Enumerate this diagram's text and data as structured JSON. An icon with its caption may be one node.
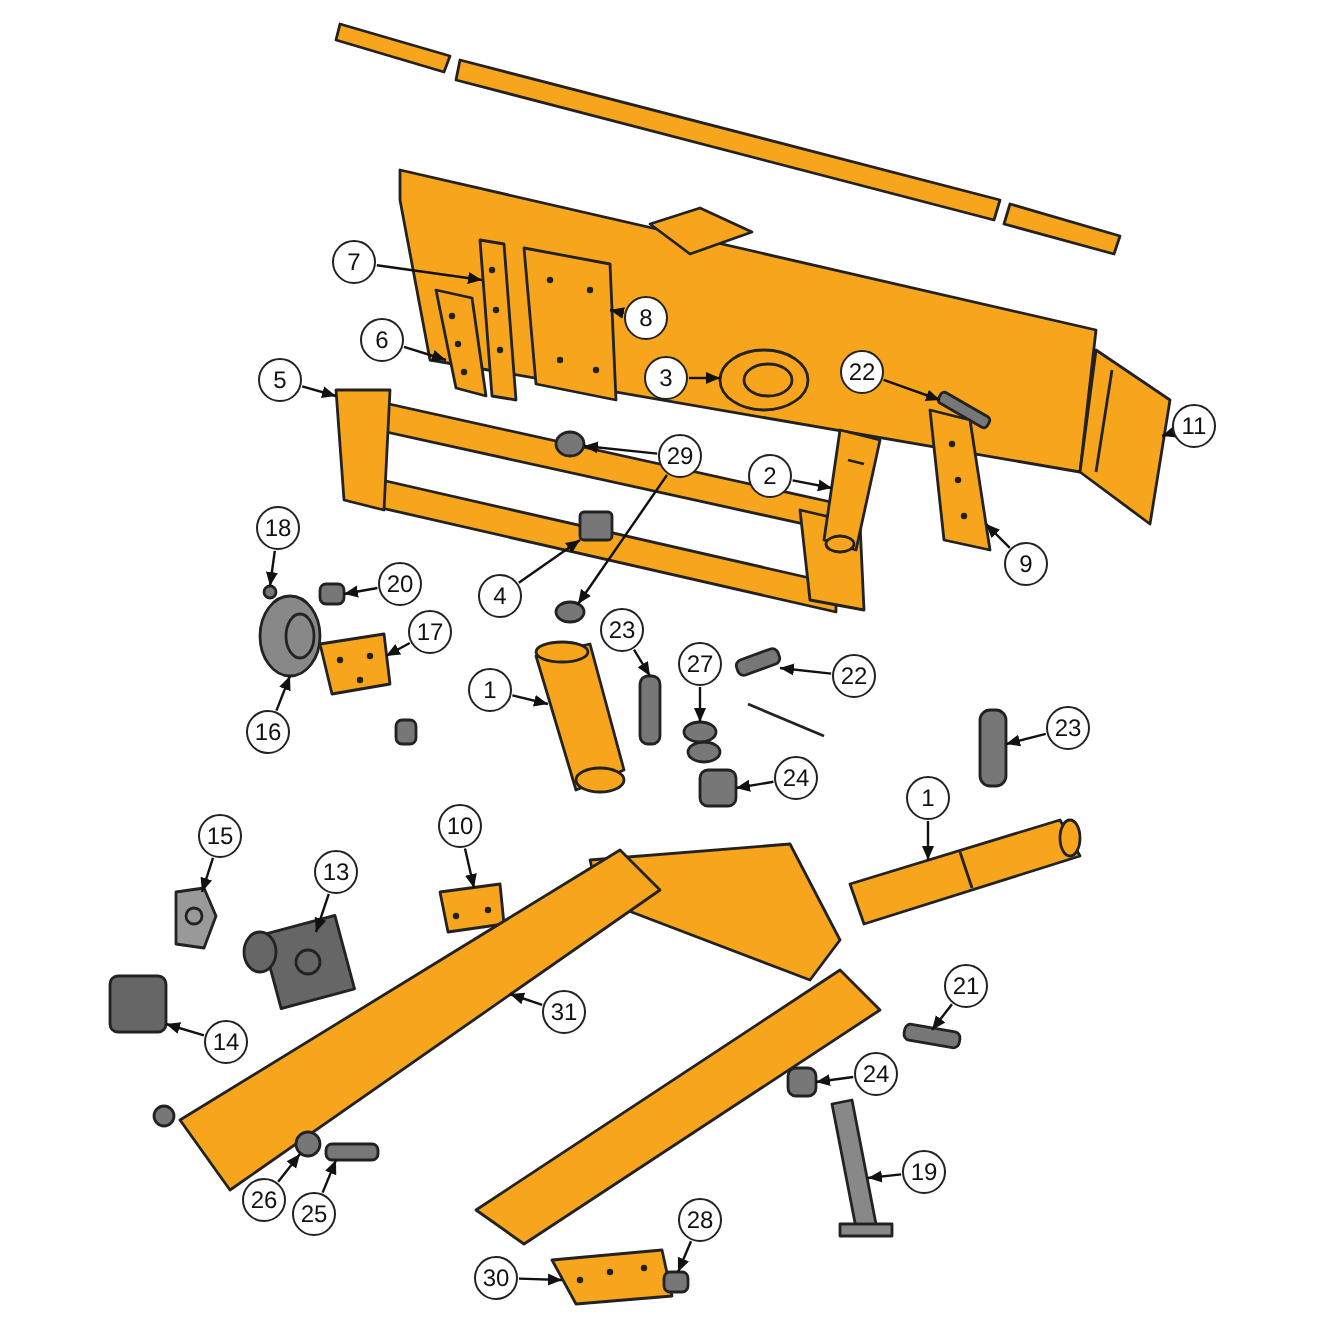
{
  "diagram": {
    "nodes": [
      {
        "text": [
          "7"
        ]
      },
      {
        "text": [
          "8"
        ]
      },
      {
        "text": [
          "6"
        ]
      },
      {
        "text": [
          "5"
        ]
      },
      {
        "text": [
          "3"
        ]
      },
      {
        "text": [
          "22"
        ]
      },
      {
        "text": [
          "29"
        ]
      },
      {
        "text": [
          "2"
        ]
      },
      {
        "text": [
          "11"
        ]
      },
      {
        "text": [
          "9"
        ]
      },
      {
        "text": [
          "18"
        ]
      },
      {
        "text": [
          "20"
        ]
      },
      {
        "text": [
          "4"
        ]
      },
      {
        "text": [
          "23"
        ]
      },
      {
        "text": [
          "27"
        ]
      },
      {
        "text": [
          "22"
        ]
      },
      {
        "text": [
          "1"
        ]
      },
      {
        "text": [
          "16"
        ]
      },
      {
        "text": [
          "17"
        ]
      },
      {
        "text": [
          "24"
        ]
      },
      {
        "text": [
          "23"
        ]
      },
      {
        "text": [
          "15"
        ]
      },
      {
        "text": [
          "10"
        ]
      },
      {
        "text": [
          "1"
        ]
      },
      {
        "text": [
          "13"
        ]
      },
      {
        "text": [
          "31"
        ]
      },
      {
        "text": [
          "14"
        ]
      },
      {
        "text": [
          "21"
        ]
      },
      {
        "text": [
          "24"
        ]
      },
      {
        "text": [
          "26"
        ]
      },
      {
        "text": [
          "25"
        ]
      },
      {
        "text": [
          "19"
        ]
      },
      {
        "text": [
          "30"
        ]
      },
      {
        "text": [
          "28"
        ]
      },
      {
        "text": [],
        "shape": "picture"
      },
      {
        "text": [],
        "shape": "picture"
      },
      {
        "text": [],
        "shape": "picture"
      },
      {
        "text": [],
        "shape": "picture"
      },
      {
        "text": [],
        "shape": "picture"
      },
      {
        "text": [],
        "shape": "box"
      },
      {
        "text": [],
        "shape": "circle"
      },
      {
        "text": [],
        "shape": "circle"
      },
      {
        "text": [],
        "shape": "picture"
      },
      {
        "text": [],
        "shape": "picture"
      },
      {
        "text": [],
        "shape": "picture"
      },
      {
        "text": [],
        "shape": "circle"
      },
      {
        "text": [],
        "shape": "box"
      },
      {
        "text": [],
        "shape": "box"
      },
      {
        "text": [],
        "shape": "box"
      },
      {
        "text": [],
        "shape": "circle"
      },
      {
        "text": [],
        "shape": "box"
      },
      {
        "text": [],
        "shape": "picture"
      },
      {
        "text": [],
        "shape": "picture"
      },
      {
        "text": [],
        "shape": "picture"
      },
      {
        "text": [],
        "shape": "box"
      },
      {
        "text": [],
        "shape": "box"
      },
      {
        "text": [],
        "shape": "picture"
      },
      {
        "text": [],
        "shape": "picture"
      },
      {
        "text": [],
        "shape": "picture"
      },
      {
        "text": [],
        "shape": "picture"
      },
      {
        "text": [],
        "shape": "picture"
      },
      {
        "text": [],
        "shape": "box"
      },
      {
        "text": [],
        "shape": "box"
      },
      {
        "text": [],
        "shape": "box"
      },
      {
        "text": [],
        "shape": "circle"
      },
      {
        "text": [],
        "shape": "box"
      },
      {
        "text": [],
        "shape": "picture"
      },
      {
        "text": [],
        "shape": "picture"
      },
      {
        "text": [],
        "shape": "box"
      }
    ],
    "edges": [
      {
        "from": 0,
        "to": 34,
        "arrow": "to"
      },
      {
        "from": 1,
        "to": 35,
        "arrow": "to"
      },
      {
        "from": 2,
        "to": 36,
        "arrow": "to"
      },
      {
        "from": 3,
        "to": 37,
        "arrow": "to"
      },
      {
        "from": 4,
        "to": 38,
        "arrow": "to"
      },
      {
        "from": 5,
        "to": 39,
        "arrow": "to"
      },
      {
        "from": 6,
        "to": 40,
        "arrow": "to"
      },
      {
        "from": 6,
        "to": 41,
        "arrow": "to"
      },
      {
        "from": 7,
        "to": 42,
        "arrow": "to"
      },
      {
        "from": 8,
        "to": 43,
        "arrow": "to"
      },
      {
        "from": 9,
        "to": 44,
        "arrow": "to"
      },
      {
        "from": 10,
        "to": 45,
        "arrow": "to"
      },
      {
        "from": 11,
        "to": 46,
        "arrow": "to"
      },
      {
        "from": 12,
        "to": 47,
        "arrow": "to"
      },
      {
        "from": 13,
        "to": 48,
        "arrow": "to"
      },
      {
        "from": 14,
        "to": 49,
        "arrow": "to"
      },
      {
        "from": 15,
        "to": 50,
        "arrow": "to"
      },
      {
        "from": 16,
        "to": 51,
        "arrow": "to"
      },
      {
        "from": 17,
        "to": 52,
        "arrow": "to"
      },
      {
        "from": 18,
        "to": 53,
        "arrow": "to"
      },
      {
        "from": 19,
        "to": 54,
        "arrow": "to"
      },
      {
        "from": 20,
        "to": 55,
        "arrow": "to"
      },
      {
        "from": 21,
        "to": 56,
        "arrow": "to"
      },
      {
        "from": 22,
        "to": 57,
        "arrow": "to"
      },
      {
        "from": 23,
        "to": 58,
        "arrow": "to"
      },
      {
        "from": 24,
        "to": 59,
        "arrow": "to"
      },
      {
        "from": 25,
        "to": 60,
        "arrow": "to"
      },
      {
        "from": 26,
        "to": 61,
        "arrow": "to"
      },
      {
        "from": 27,
        "to": 62,
        "arrow": "to"
      },
      {
        "from": 28,
        "to": 63,
        "arrow": "to"
      },
      {
        "from": 29,
        "to": 64,
        "arrow": "to"
      },
      {
        "from": 30,
        "to": 65,
        "arrow": "to"
      },
      {
        "from": 31,
        "to": 66,
        "arrow": "to"
      },
      {
        "from": 32,
        "to": 67,
        "arrow": "to"
      },
      {
        "from": 33,
        "to": 68,
        "arrow": "to"
      }
    ]
  }
}
